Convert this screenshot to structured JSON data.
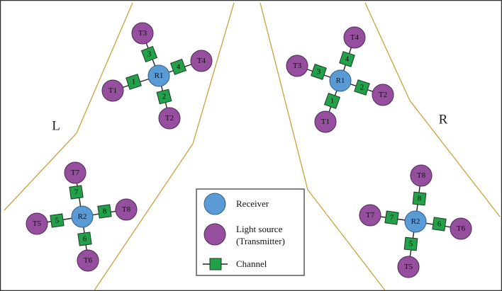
{
  "colors": {
    "receiver": "#5b9bd5",
    "transmitter": "#954f9e",
    "channel": "#22a14a",
    "boundary": "#c8a23c",
    "line": "#222222",
    "frame": "#333333"
  },
  "regions": {
    "left": "L",
    "right": "R"
  },
  "clusters": [
    {
      "receiver": "R1",
      "links": [
        {
          "transmitter": "T3",
          "channel": "3"
        },
        {
          "transmitter": "T4",
          "channel": "4"
        },
        {
          "transmitter": "T2",
          "channel": "2"
        },
        {
          "transmitter": "T1",
          "channel": "1"
        }
      ]
    },
    {
      "receiver": "R2",
      "links": [
        {
          "transmitter": "T7",
          "channel": "7"
        },
        {
          "transmitter": "T8",
          "channel": "8"
        },
        {
          "transmitter": "T6",
          "channel": "6"
        },
        {
          "transmitter": "T5",
          "channel": "5"
        }
      ]
    },
    {
      "receiver": "R1",
      "links": [
        {
          "transmitter": "T4",
          "channel": "4"
        },
        {
          "transmitter": "T2",
          "channel": "2"
        },
        {
          "transmitter": "T1",
          "channel": "1"
        },
        {
          "transmitter": "T3",
          "channel": "3"
        }
      ]
    },
    {
      "receiver": "R2",
      "links": [
        {
          "transmitter": "T8",
          "channel": "8"
        },
        {
          "transmitter": "T6",
          "channel": "6"
        },
        {
          "transmitter": "T5",
          "channel": "5"
        },
        {
          "transmitter": "T7",
          "channel": "7"
        }
      ]
    }
  ],
  "legend": {
    "receiver": "Receiver",
    "transmitter_line1": "Light source",
    "transmitter_line2": "(Transmitter)",
    "channel": "Channel"
  }
}
